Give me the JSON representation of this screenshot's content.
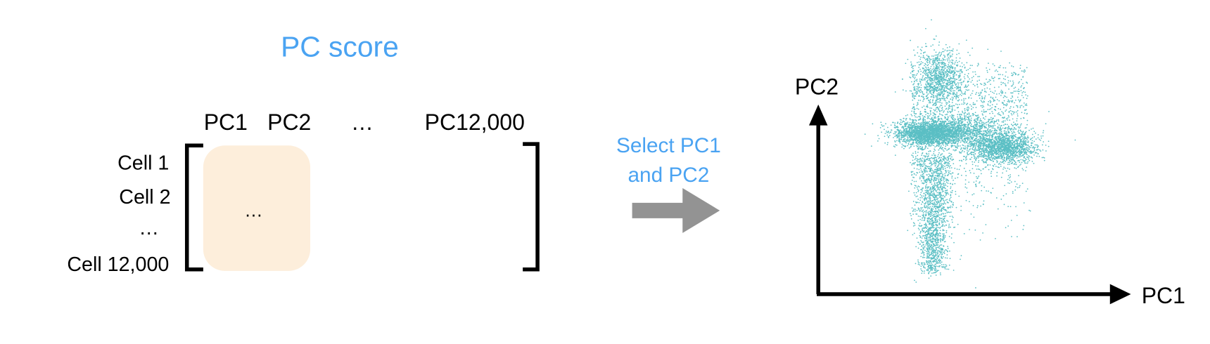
{
  "matrix": {
    "title": "PC score",
    "columns": [
      "PC1",
      "PC2",
      "…",
      "PC12,000"
    ],
    "rows": [
      "Cell 1",
      "Cell 2",
      "…",
      "Cell 12,000"
    ],
    "highlight_content": "…"
  },
  "step": {
    "label_line1": "Select PC1",
    "label_line2": "and PC2"
  },
  "plot": {
    "x_axis_label": "PC1",
    "y_axis_label": "PC2"
  },
  "colors": {
    "title_blue": "#4aa3f2",
    "highlight_fill": "#fdeedb",
    "arrow_gray": "#939393",
    "point_teal": "#5bbfc4"
  }
}
